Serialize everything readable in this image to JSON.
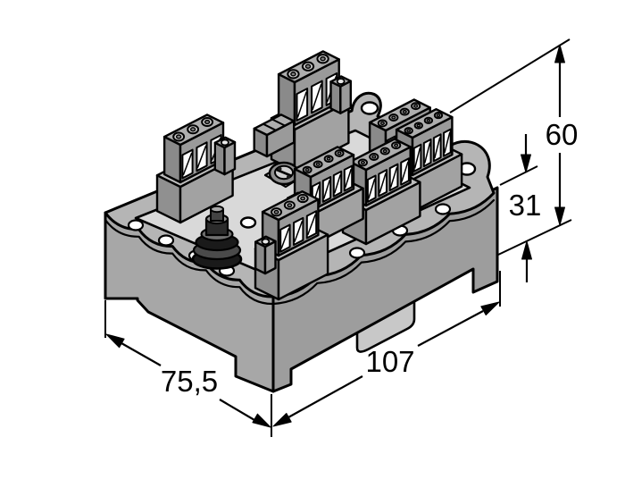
{
  "figure": {
    "type": "isometric dimensional drawing",
    "subject": "terminal junction box with pluggable screw terminal blocks, cable gland and DIN-rail mounting base"
  },
  "dimensions": {
    "total_height": "60",
    "base_height": "31",
    "length": "107",
    "width": "75,5"
  },
  "colors": {
    "background": "#ffffff",
    "line": "#000000",
    "top_panel": "#d9d9d9",
    "flange": "#b5b5b5",
    "wall_left": "#a7a7a7",
    "wall_right": "#9d9d9d",
    "block_top": "#aeaeae",
    "block_front": "#9a9a9a",
    "block_side": "#8a8a8a",
    "pedestal_top": "#bdbdbd",
    "pedestal_front": "#a2a2a2",
    "pedestal_side": "#909090",
    "screw": "#c9c9c9",
    "window": "#ffffff",
    "gland_dark": "#1a1a1a",
    "clip": "#c8c8c8"
  }
}
